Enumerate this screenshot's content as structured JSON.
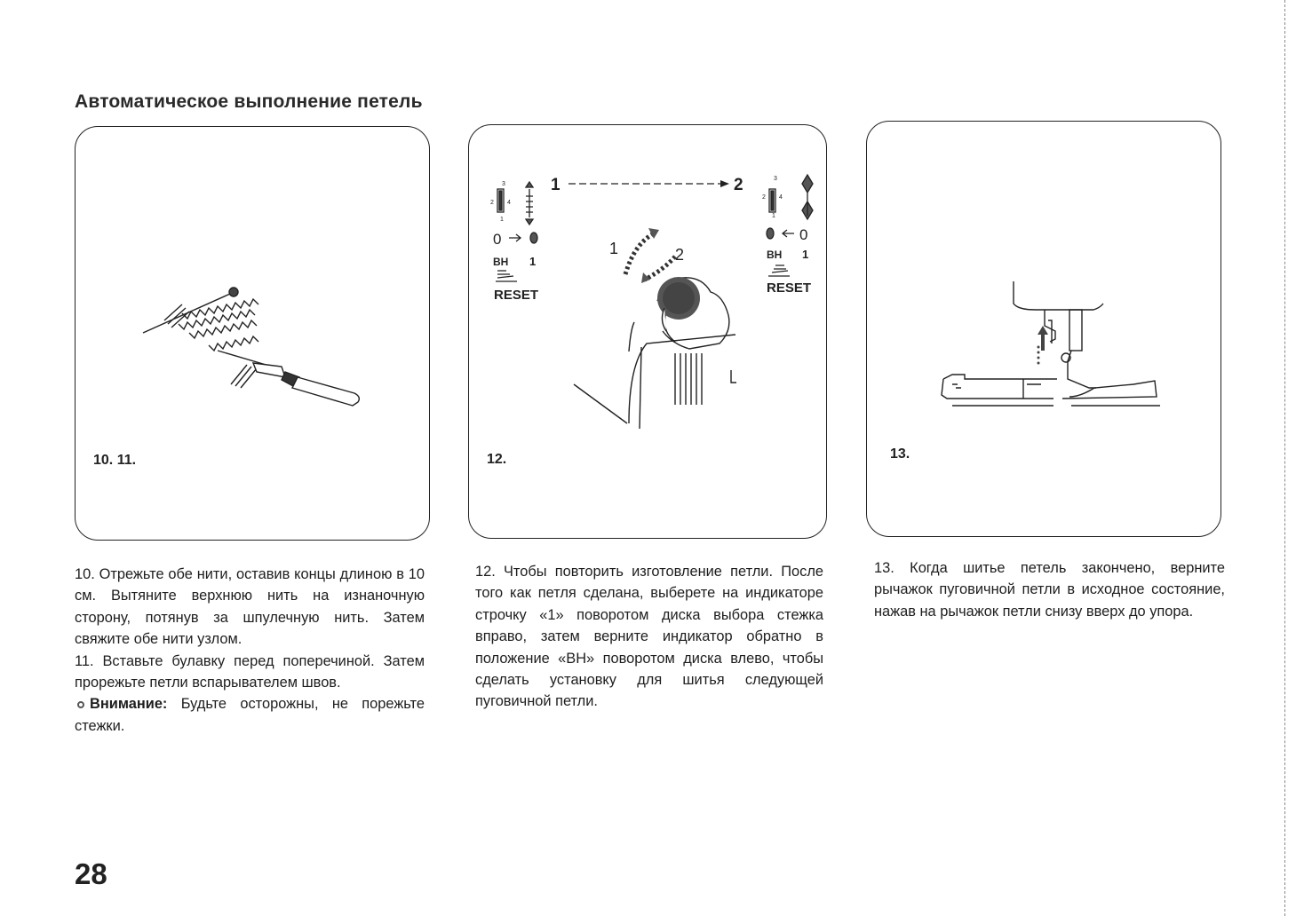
{
  "page": {
    "title": "Автоматическое выполнение петель",
    "page_number": "28"
  },
  "figures": [
    {
      "label": "10. 11."
    },
    {
      "label": "12.",
      "indicator_left": {
        "step": "1",
        "zero": "0",
        "bh": "BH",
        "one": "1",
        "reset": "RESET",
        "dial_nums": [
          "3",
          "2",
          "4",
          "1"
        ]
      },
      "indicator_right": {
        "step": "2",
        "zero": "0",
        "bh": "BH",
        "one": "1",
        "reset": "RESET",
        "dial_nums": [
          "3",
          "2",
          "4",
          "1"
        ]
      },
      "dial_arrows": [
        "1",
        "2"
      ]
    },
    {
      "label": "13."
    }
  ],
  "columns": [
    {
      "paragraphs": [
        "10. Отрежьте обе нити, оставив концы длиною в 10 см. Вытяните верхнюю нить на изнаночную сторону, потянув за шпулечную нить. Затем свяжите обе нити узлом.",
        "11. Вставьте булавку перед поперечиной. Затем прорежьте петли вспарывателем швов."
      ],
      "note_label": "Внимание:",
      "note_text": "Будьте осторожны, не порежьте стежки."
    },
    {
      "paragraphs": [
        "12. Чтобы повторить изготовление петли. После того как петля сделана, выберете на индикаторе строчку «1» поворотом диска выбора стежка вправо, затем верните индикатор обратно в положение «ВН» поворотом диска влево, чтобы сделать установку для шитья следующей пуговичной петли."
      ]
    },
    {
      "paragraphs": [
        "13. Когда шитье петель закончено, верните рычажок пуговичной петли в исходное состояние, нажав на рычажок петли снизу вверх до упора."
      ]
    }
  ]
}
